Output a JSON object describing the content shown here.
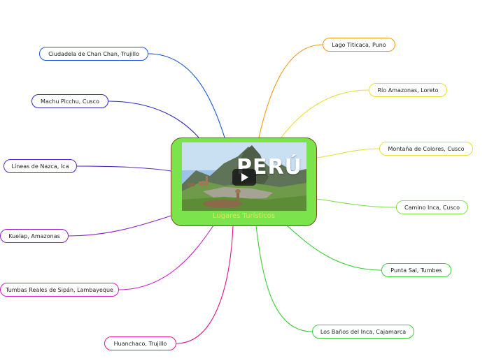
{
  "center": {
    "label": "Lugares Turísticos",
    "photo_title": "PERÚ",
    "fill": "#7be34c",
    "border": "#7a4a2a"
  },
  "nodes": [
    {
      "id": "chan-chan",
      "label": "Ciudadela de Chan Chan, Trujillo",
      "color": "#1a56d6"
    },
    {
      "id": "machu-picchu",
      "label": "Machu Picchu, Cusco",
      "color": "#2a2ab8"
    },
    {
      "id": "nazca",
      "label": "Líneas de Nazca, Ica",
      "color": "#5a28c8"
    },
    {
      "id": "kuelap",
      "label": "Kuelap, Amazonas",
      "color": "#8a20c8"
    },
    {
      "id": "sipan",
      "label": "Tumbas Reales de Sipán, Lambayeque",
      "color": "#cc1ecc"
    },
    {
      "id": "huanchaco",
      "label": "Huanchaco, Trujillo",
      "color": "#e0158c"
    },
    {
      "id": "titicaca",
      "label": "Lago Titicaca, Puno",
      "color": "#f29a12"
    },
    {
      "id": "amazonas",
      "label": "Río Amazonas, Loreto",
      "color": "#e6e030"
    },
    {
      "id": "montana",
      "label": "Montaña de Colores, Cusco",
      "color": "#e6e030"
    },
    {
      "id": "camino-inca",
      "label": "Camino Inca, Cusco",
      "color": "#7fe04a"
    },
    {
      "id": "punta-sal",
      "label": "Punta Sal, Tumbes",
      "color": "#3fcc3f"
    },
    {
      "id": "banos-inca",
      "label": "Los Baños del Inca, Cajamarca",
      "color": "#3fcc3f"
    }
  ]
}
